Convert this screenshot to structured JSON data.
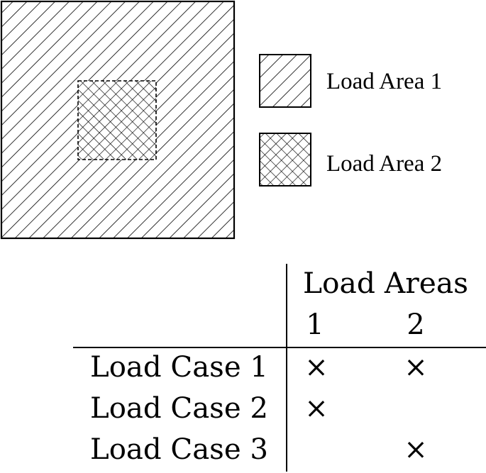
{
  "diagram": {
    "legend": [
      {
        "label": "Load Area 1",
        "pattern": "single-hatch"
      },
      {
        "label": "Load Area 2",
        "pattern": "cross-hatch"
      }
    ]
  },
  "table": {
    "group_header": "Load Areas",
    "columns": [
      "1",
      "2"
    ],
    "mark": "×",
    "rows": [
      {
        "label": "Load Case 1",
        "cells": [
          "×",
          "×"
        ]
      },
      {
        "label": "Load Case 2",
        "cells": [
          "×",
          ""
        ]
      },
      {
        "label": "Load Case 3",
        "cells": [
          "",
          "×"
        ]
      }
    ]
  },
  "colors": {
    "ink": "#000000",
    "background": "#ffffff"
  }
}
